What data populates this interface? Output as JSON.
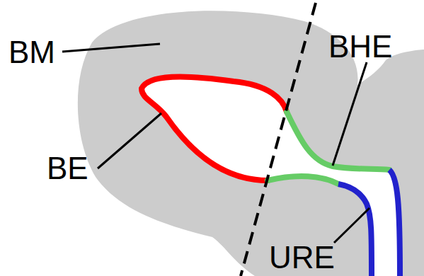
{
  "diagram": {
    "labels": [
      "BM",
      "BE",
      "BHE",
      "URE"
    ]
  }
}
